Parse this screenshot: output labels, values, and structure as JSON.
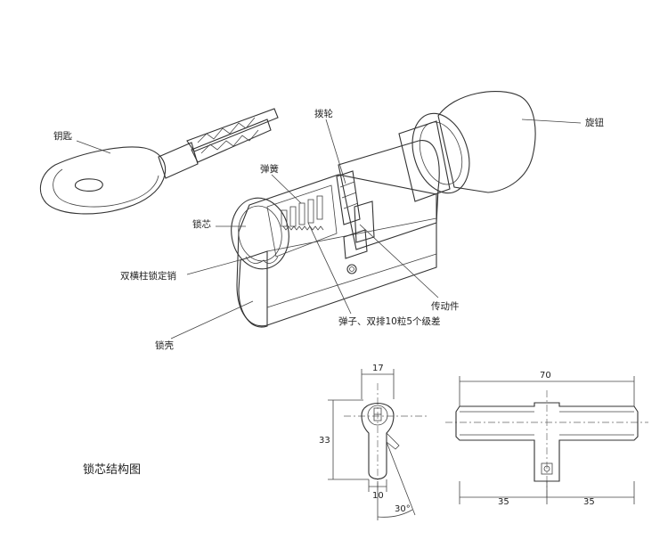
{
  "labels": {
    "key": "钥匙",
    "knob": "旋钮",
    "cam_wheel": "拨轮",
    "spring": "弹簧",
    "core": "锁芯",
    "locking_pin": "双横柱锁定销",
    "shell": "锁壳",
    "drive_part": "传动件",
    "pins": "弹子、双排10粒5个级差"
  },
  "caption": "锁芯结构图",
  "dimensions": {
    "width_17": "17",
    "height_33": "33",
    "width_10": "10",
    "angle": "30°",
    "total_70": "70",
    "half_left_35": "35",
    "half_right_35": "35"
  }
}
